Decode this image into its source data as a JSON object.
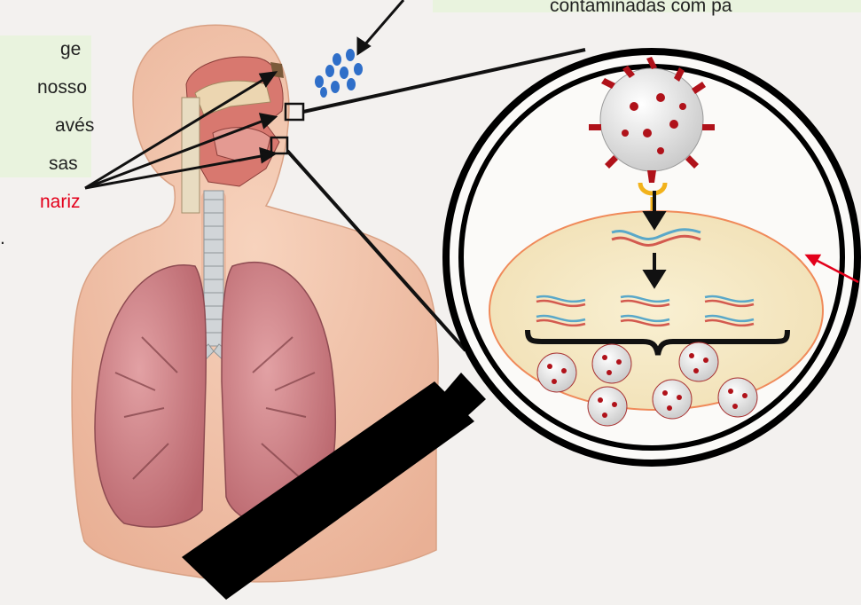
{
  "top_caption": "contaminadas com pa",
  "left_caption": {
    "lines": [
      "ge",
      "nosso",
      "avés",
      "sas",
      "nariz",
      "."
    ],
    "highlight_index": 4
  },
  "colors": {
    "skin": "#f2c2a6",
    "lung": "#c97d82",
    "trachea": "#c9cfd2",
    "virus_spike": "#b0121a",
    "receptor": "#f2b21b",
    "cell": "#f6ebc8",
    "cell_border": "#f08a5a",
    "droplet": "#2f6fc9",
    "text_red": "#e3001b",
    "text_box_bg": "#e9f3de"
  },
  "icons": [
    "magnifier-icon",
    "virus-icon",
    "rna-strand-icon",
    "droplets-icon"
  ]
}
